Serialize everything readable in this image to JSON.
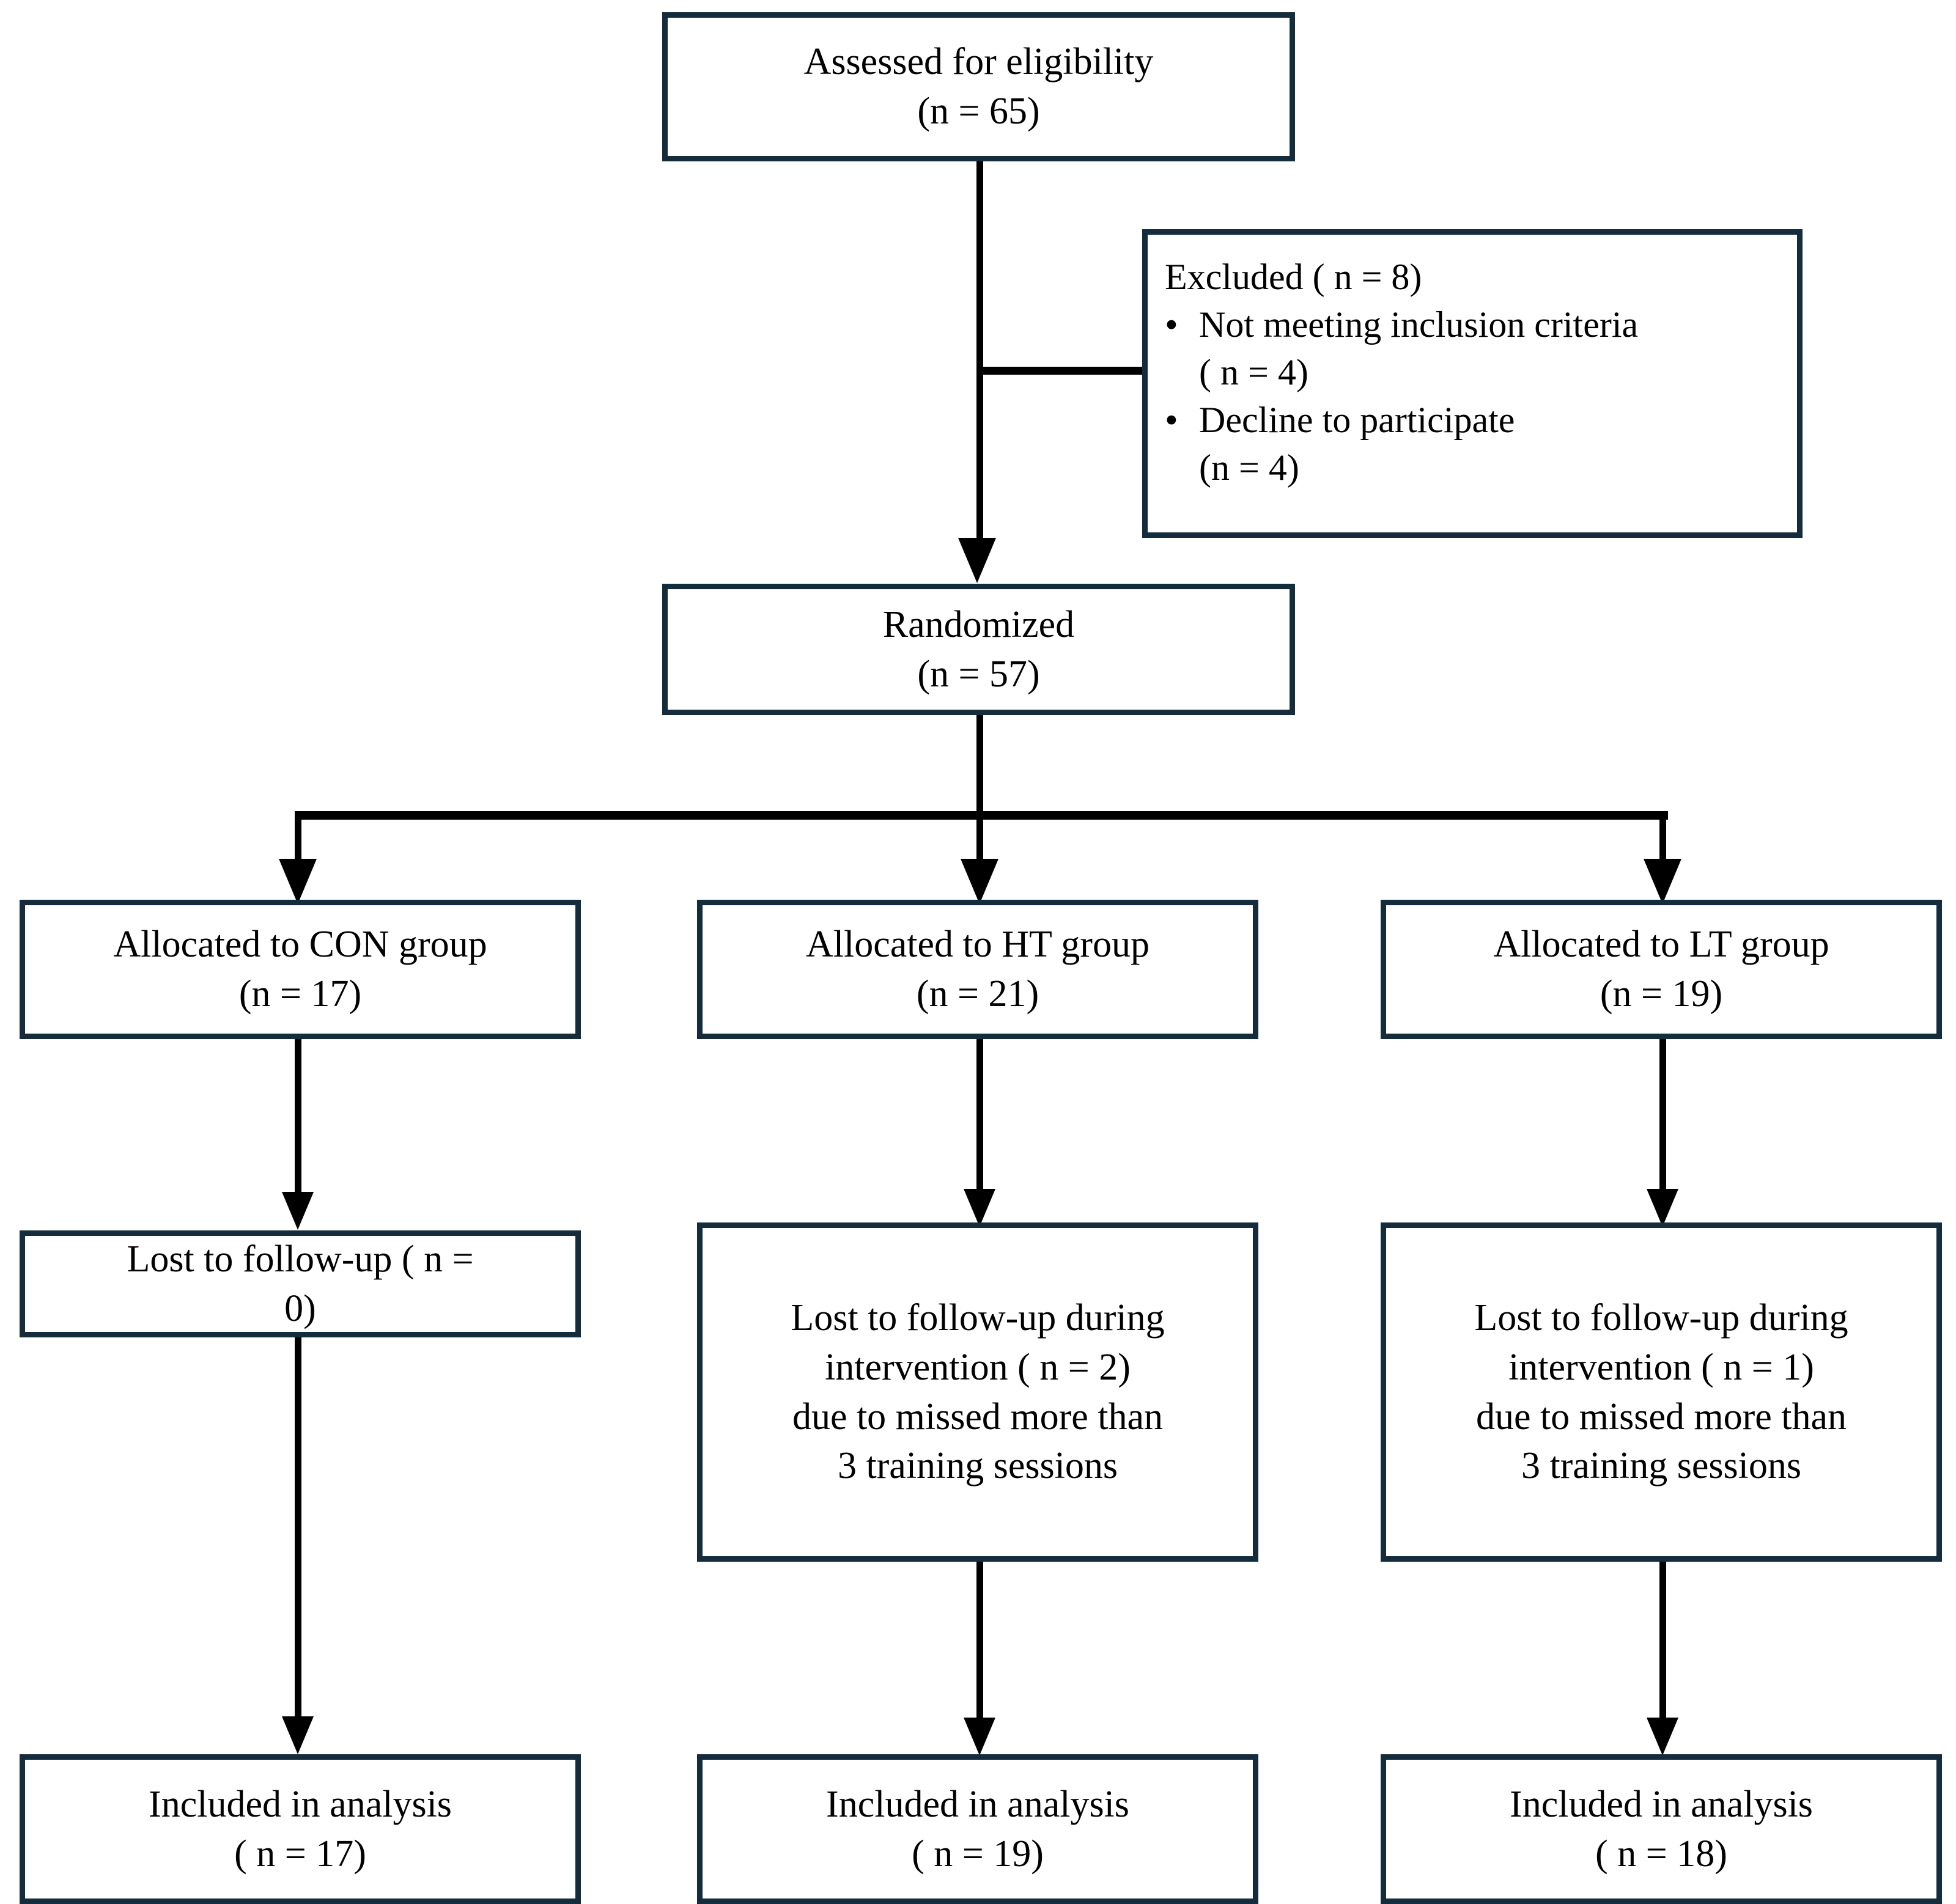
{
  "diagram": {
    "type": "consort-flow-diagram",
    "title": "CONSORT participant flow diagram",
    "border_color": "#142c3b",
    "line_color": "#000000",
    "background_color": "#ffffff"
  },
  "nodes": {
    "assessed": {
      "line1": "Assessed for eligibility",
      "line2": "(n = 65)",
      "n": 65
    },
    "excluded": {
      "heading": "Excluded ( n = 8)",
      "n": 8,
      "bullet_glyph": "•",
      "reasons": [
        {
          "line1": "Not meeting inclusion criteria",
          "line2": "( n = 4)",
          "n": 4
        },
        {
          "line1": "Decline to participate",
          "line2": "(n = 4)",
          "n": 4
        }
      ]
    },
    "randomized": {
      "line1": "Randomized",
      "line2": "(n = 57)",
      "n": 57
    },
    "allocated": [
      {
        "line1": "Allocated to CON group",
        "line2": "(n = 17)",
        "group": "CON",
        "n": 17
      },
      {
        "line1": "Allocated to HT group",
        "line2": "(n = 21)",
        "group": "HT",
        "n": 21
      },
      {
        "line1": "Allocated to LT group",
        "line2": "(n = 19)",
        "group": "LT",
        "n": 19
      }
    ],
    "lost": [
      {
        "group": "CON",
        "line1": "Lost to follow-up ( n =",
        "line2": "0)",
        "line3": "",
        "line4": "",
        "n": 0
      },
      {
        "group": "HT",
        "line1": "Lost to follow-up during",
        "line2": "intervention ( n = 2)",
        "line3": "due to missed more than",
        "line4": "3 training sessions",
        "n": 2
      },
      {
        "group": "LT",
        "line1": "Lost to follow-up during",
        "line2": "intervention ( n = 1)",
        "line3": "due to missed more than",
        "line4": "3 training sessions",
        "n": 1
      }
    ],
    "included": [
      {
        "line1": "Included in analysis",
        "line2": "( n = 17)",
        "group": "CON",
        "n": 17
      },
      {
        "line1": "Included in analysis",
        "line2": "( n = 19)",
        "group": "HT",
        "n": 19
      },
      {
        "line1": "Included in analysis",
        "line2": "( n = 18)",
        "group": "LT",
        "n": 18
      }
    ]
  }
}
